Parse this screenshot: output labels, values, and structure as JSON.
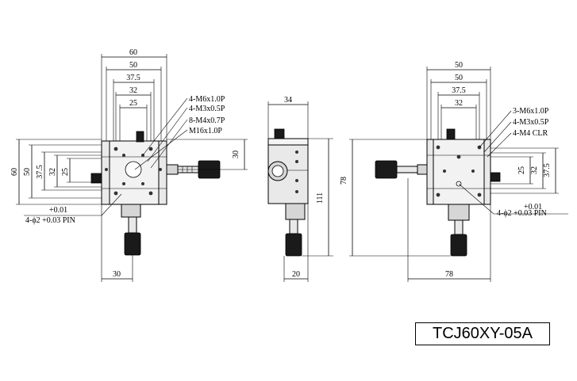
{
  "front_view": {
    "top_dims": [
      "60",
      "50",
      "37.5",
      "32",
      "25"
    ],
    "left_dims": [
      "60",
      "50",
      "37.5",
      "32",
      "25"
    ],
    "right_dim": "30",
    "bottom_dim": "30",
    "callouts": [
      "4-M6x1.0P",
      "4-M3x0.5P",
      "8-M4x0.7P",
      "M16x1.0P"
    ],
    "pin_tol": "+0.01",
    "pin_label": "4-ϕ2 +0.03 PIN"
  },
  "side_view": {
    "top_dim": "34",
    "right_dim": "111",
    "bottom_dim": "20"
  },
  "rear_view": {
    "top_dims": [
      "50",
      "50",
      "37.5",
      "32"
    ],
    "right_dims": [
      "25",
      "32",
      "37.5"
    ],
    "left_dim": "78",
    "bottom_dim": "78",
    "callouts": [
      "3-M6x1.0P",
      "4-M3x0.5P",
      "4-M4 CLR"
    ],
    "pin_tol": "+0.01",
    "pin_label": "4-ϕ2 +0.03 PIN"
  },
  "model": "TCJ60XY-05A"
}
